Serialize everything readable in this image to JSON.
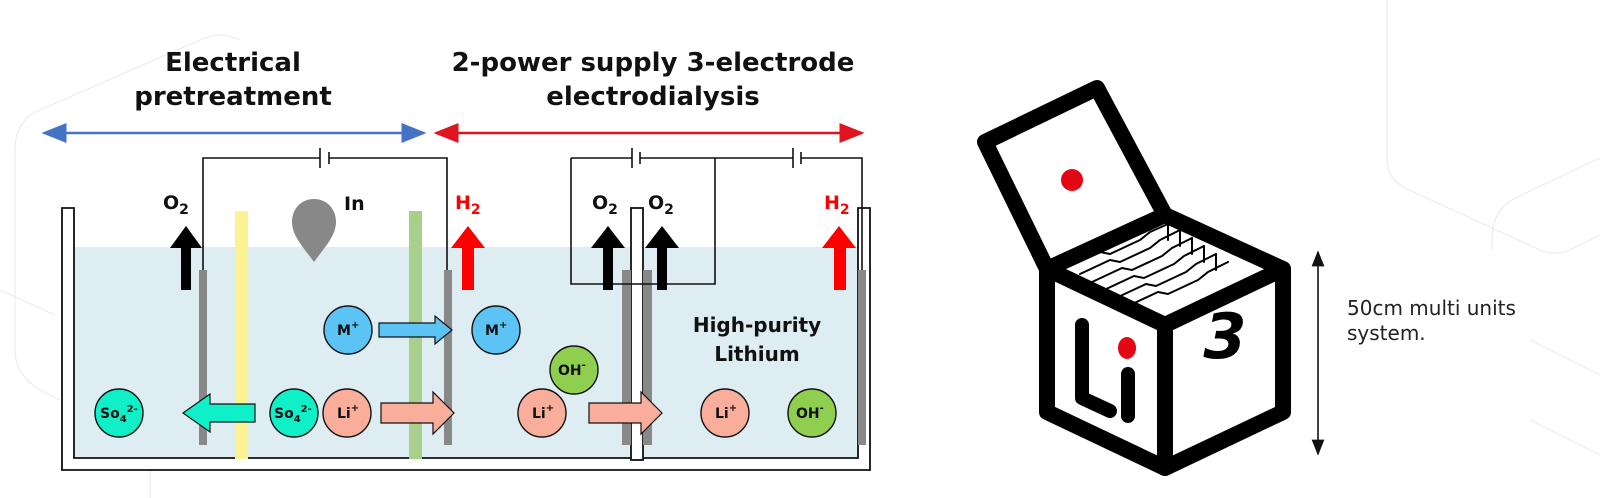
{
  "sections": {
    "pretreatment": {
      "title_line1": "Electrical",
      "title_line2": "pretreatment",
      "range_color": "#4472c4"
    },
    "electrodialysis": {
      "title_line1": "2-power supply 3-electrode",
      "title_line2": "electrodialysis",
      "range_color": "#e0141e"
    }
  },
  "gases": {
    "o2_left": "O",
    "o2_mid_left": "O",
    "o2_mid_right": "O",
    "h2_left": "H",
    "h2_right": "H",
    "subscript": "2"
  },
  "indium_label": "In",
  "product_label": {
    "line1": "High-purity",
    "line2": "Lithium"
  },
  "ions": {
    "so4_out": {
      "base": "So",
      "sub": "4",
      "sup": "2-"
    },
    "so4_in": {
      "base": "So",
      "sub": "4",
      "sup": "2-"
    },
    "li_left": {
      "base": "Li",
      "sup": "+"
    },
    "m_left": {
      "base": "M",
      "sup": "+"
    },
    "m_right": {
      "base": "M",
      "sup": "+"
    },
    "oh_mid": {
      "base": "OH",
      "sup": "-"
    },
    "li_mid": {
      "base": "Li",
      "sup": "+"
    },
    "li_right": {
      "base": "Li",
      "sup": "+"
    },
    "oh_right": {
      "base": "OH",
      "sup": "-"
    }
  },
  "colors": {
    "electrolyte": "#ddedf1",
    "so4": "#0ff0c8",
    "li": "#f8ae9a",
    "m": "#5cc3f5",
    "oh": "#8fce4e",
    "membrane_yellow": "#fbf392",
    "membrane_green": "#a8d08d",
    "electrode": "#888888",
    "o2_arrow": "#000000",
    "h2_arrow": "#ff0000",
    "logo_accent": "#e30613"
  },
  "logo": {
    "letters": "Li",
    "number": "3"
  },
  "dimension_note": "50cm multi units system."
}
